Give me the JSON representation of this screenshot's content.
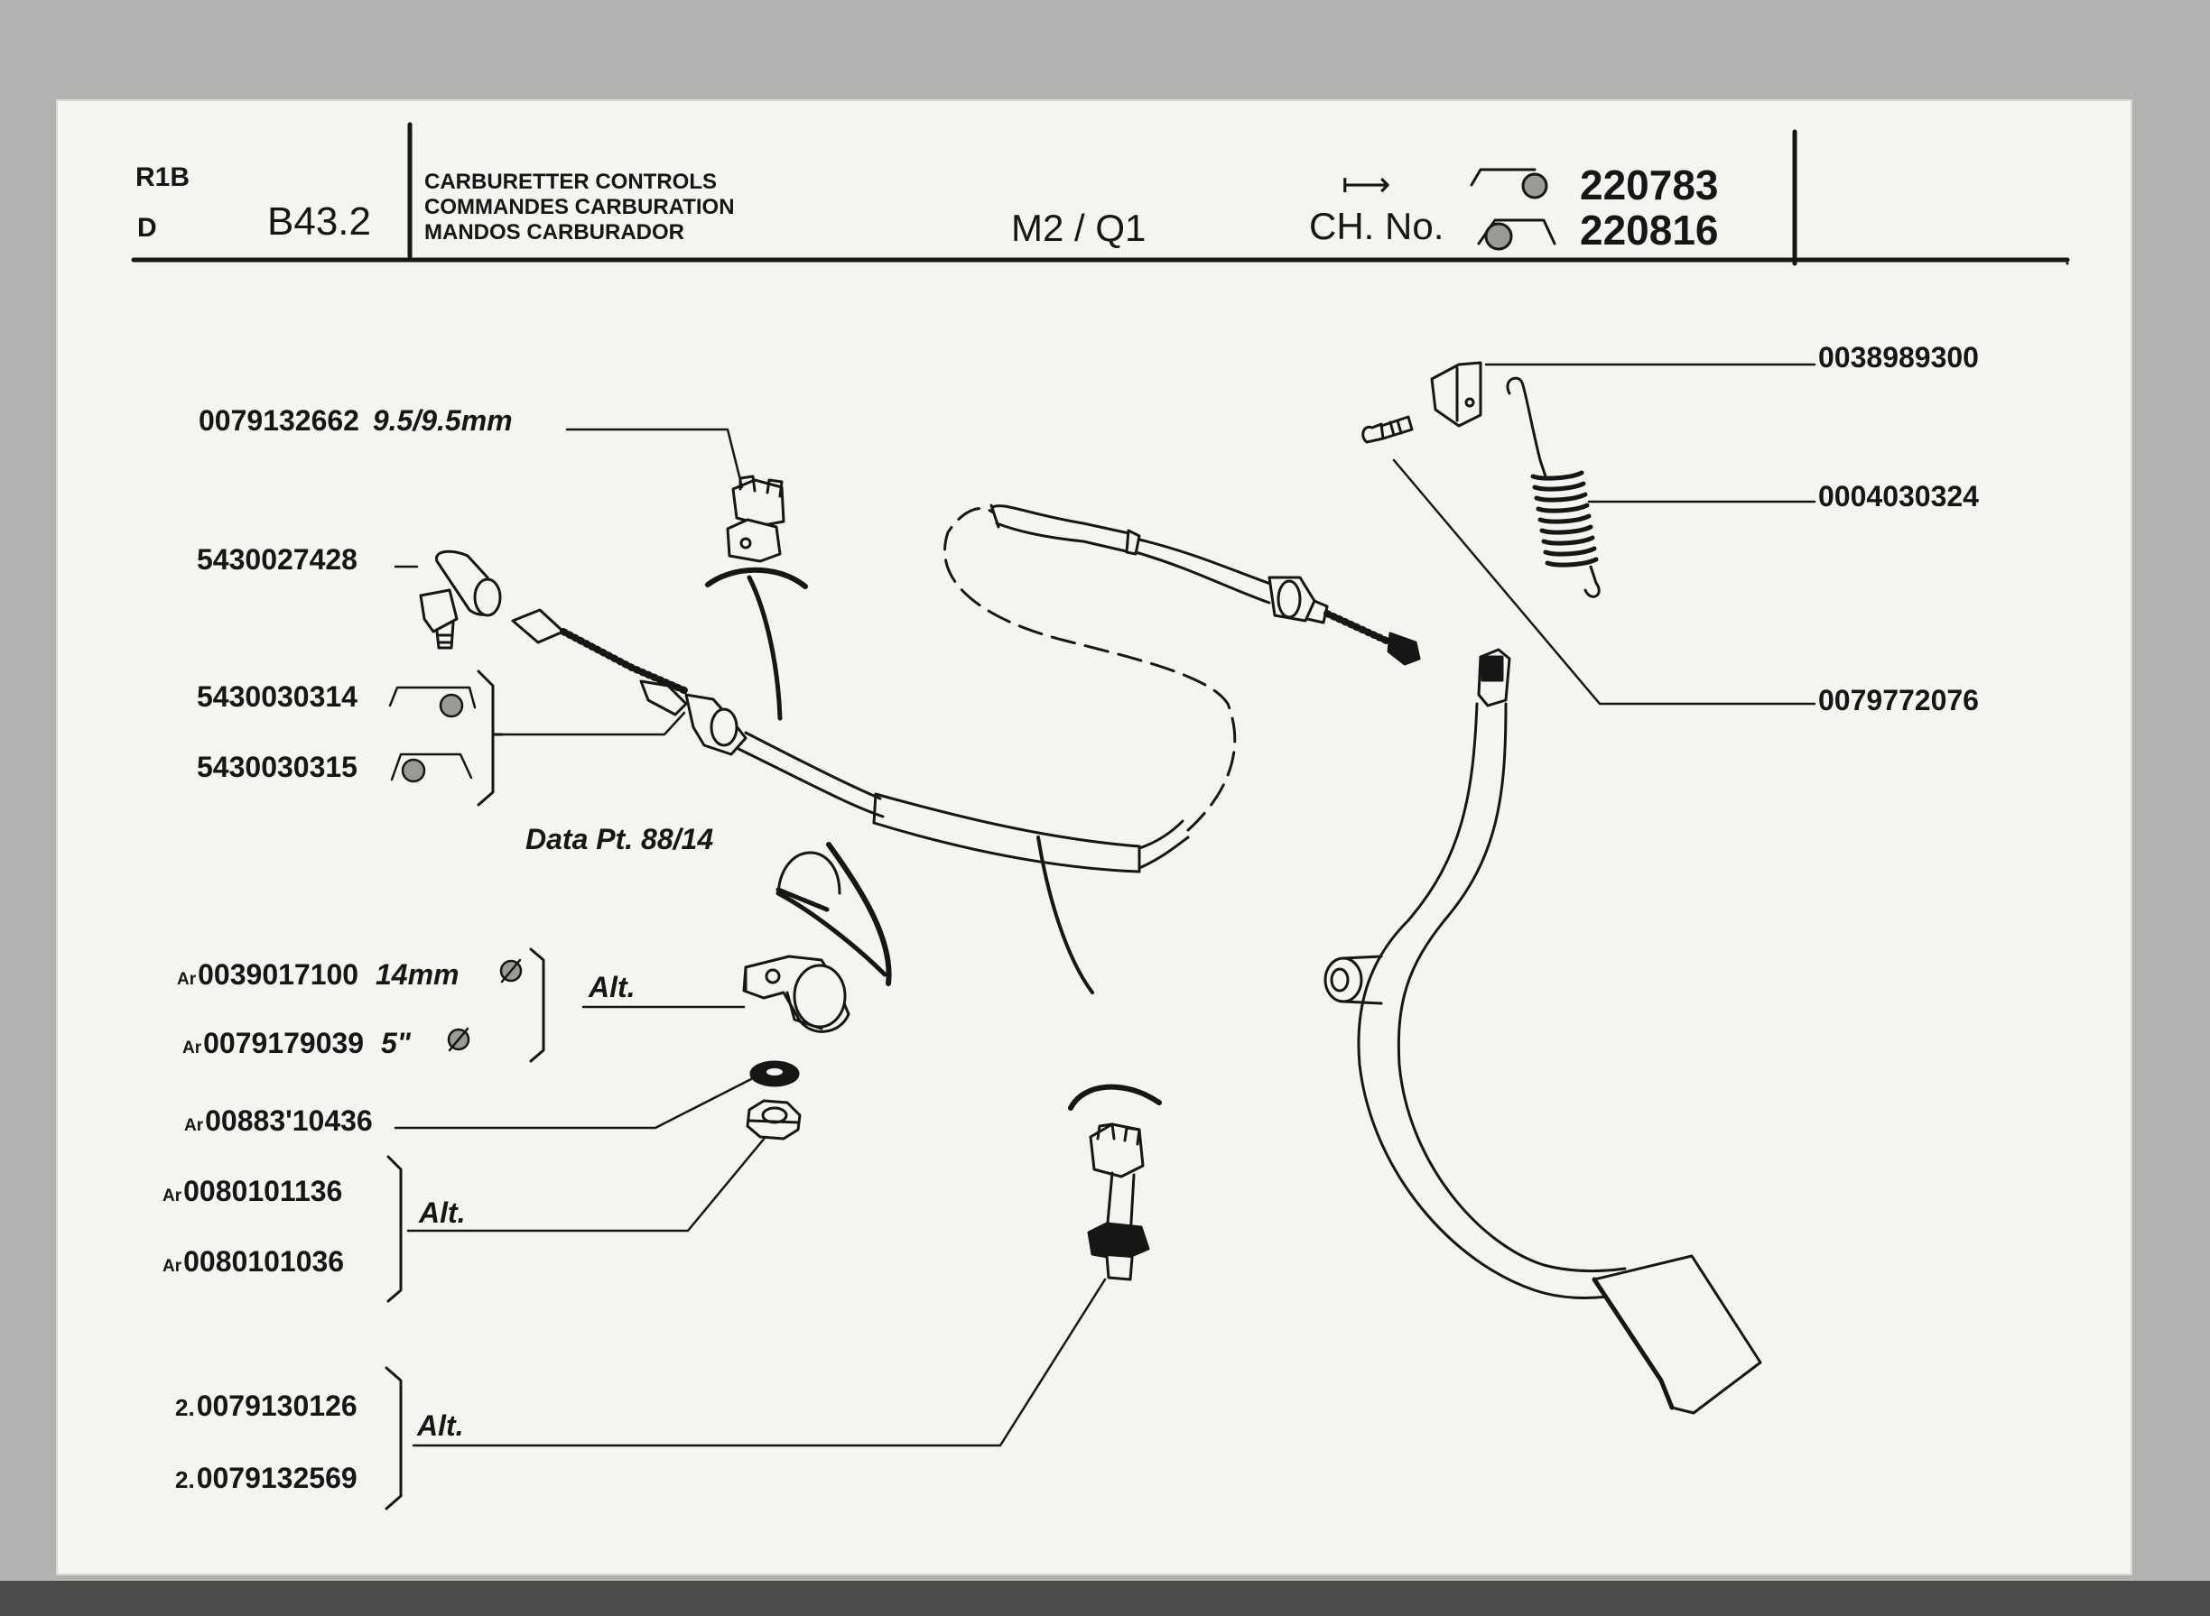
{
  "header": {
    "model_code": "R1B",
    "market_code": "D",
    "group_code": "B43.2",
    "title_en": "CARBURETTER CONTROLS",
    "title_fr": "COMMANDES CARBURATION",
    "title_es": "MANDOS CARBURADOR",
    "variant": "M2 / Q1",
    "chassis_label": "CH. No.",
    "chassis_arrow": "⟼",
    "chassis_rhd": "220783",
    "chassis_lhd": "220816"
  },
  "parts": {
    "clip_top": {
      "number": "0079132662",
      "spec": "9.5/9.5mm"
    },
    "swivel": {
      "number": "5430027428"
    },
    "cable_rhd": {
      "number": "5430030314"
    },
    "cable_lhd": {
      "number": "5430030315"
    },
    "cable_note": "Data Pt. 88/14",
    "bracket_a": {
      "prefix": "Ar",
      "number": "0039017100",
      "spec": "14mm"
    },
    "bracket_b": {
      "prefix": "Ar",
      "number": "0079179039",
      "spec": "5\""
    },
    "bracket_alt": "Alt.",
    "washer": {
      "prefix": "Ar",
      "number": "00883'10436"
    },
    "nut_a": {
      "prefix": "Ar",
      "number": "0080101136"
    },
    "nut_b": {
      "prefix": "Ar",
      "number": "0080101036"
    },
    "nut_alt": "Alt.",
    "stud_a": {
      "prefix": "2.",
      "number": "0079130126"
    },
    "stud_b": {
      "prefix": "2.",
      "number": "0079132569"
    },
    "stud_alt": "Alt.",
    "pedal_bracket": {
      "number": "0038989300"
    },
    "spring": {
      "number": "0004030324"
    },
    "pin": {
      "number": "0079772076"
    }
  },
  "icons": {
    "rhd_symbol": "steering-rhd-icon",
    "lhd_symbol": "steering-lhd-icon",
    "fixing_symbol": "circle-slash-icon"
  },
  "colors": {
    "ink": "#161616",
    "paper": "#f4f4f0",
    "background": "#b3b3b1",
    "symbol_fill": "#9a9a96"
  }
}
